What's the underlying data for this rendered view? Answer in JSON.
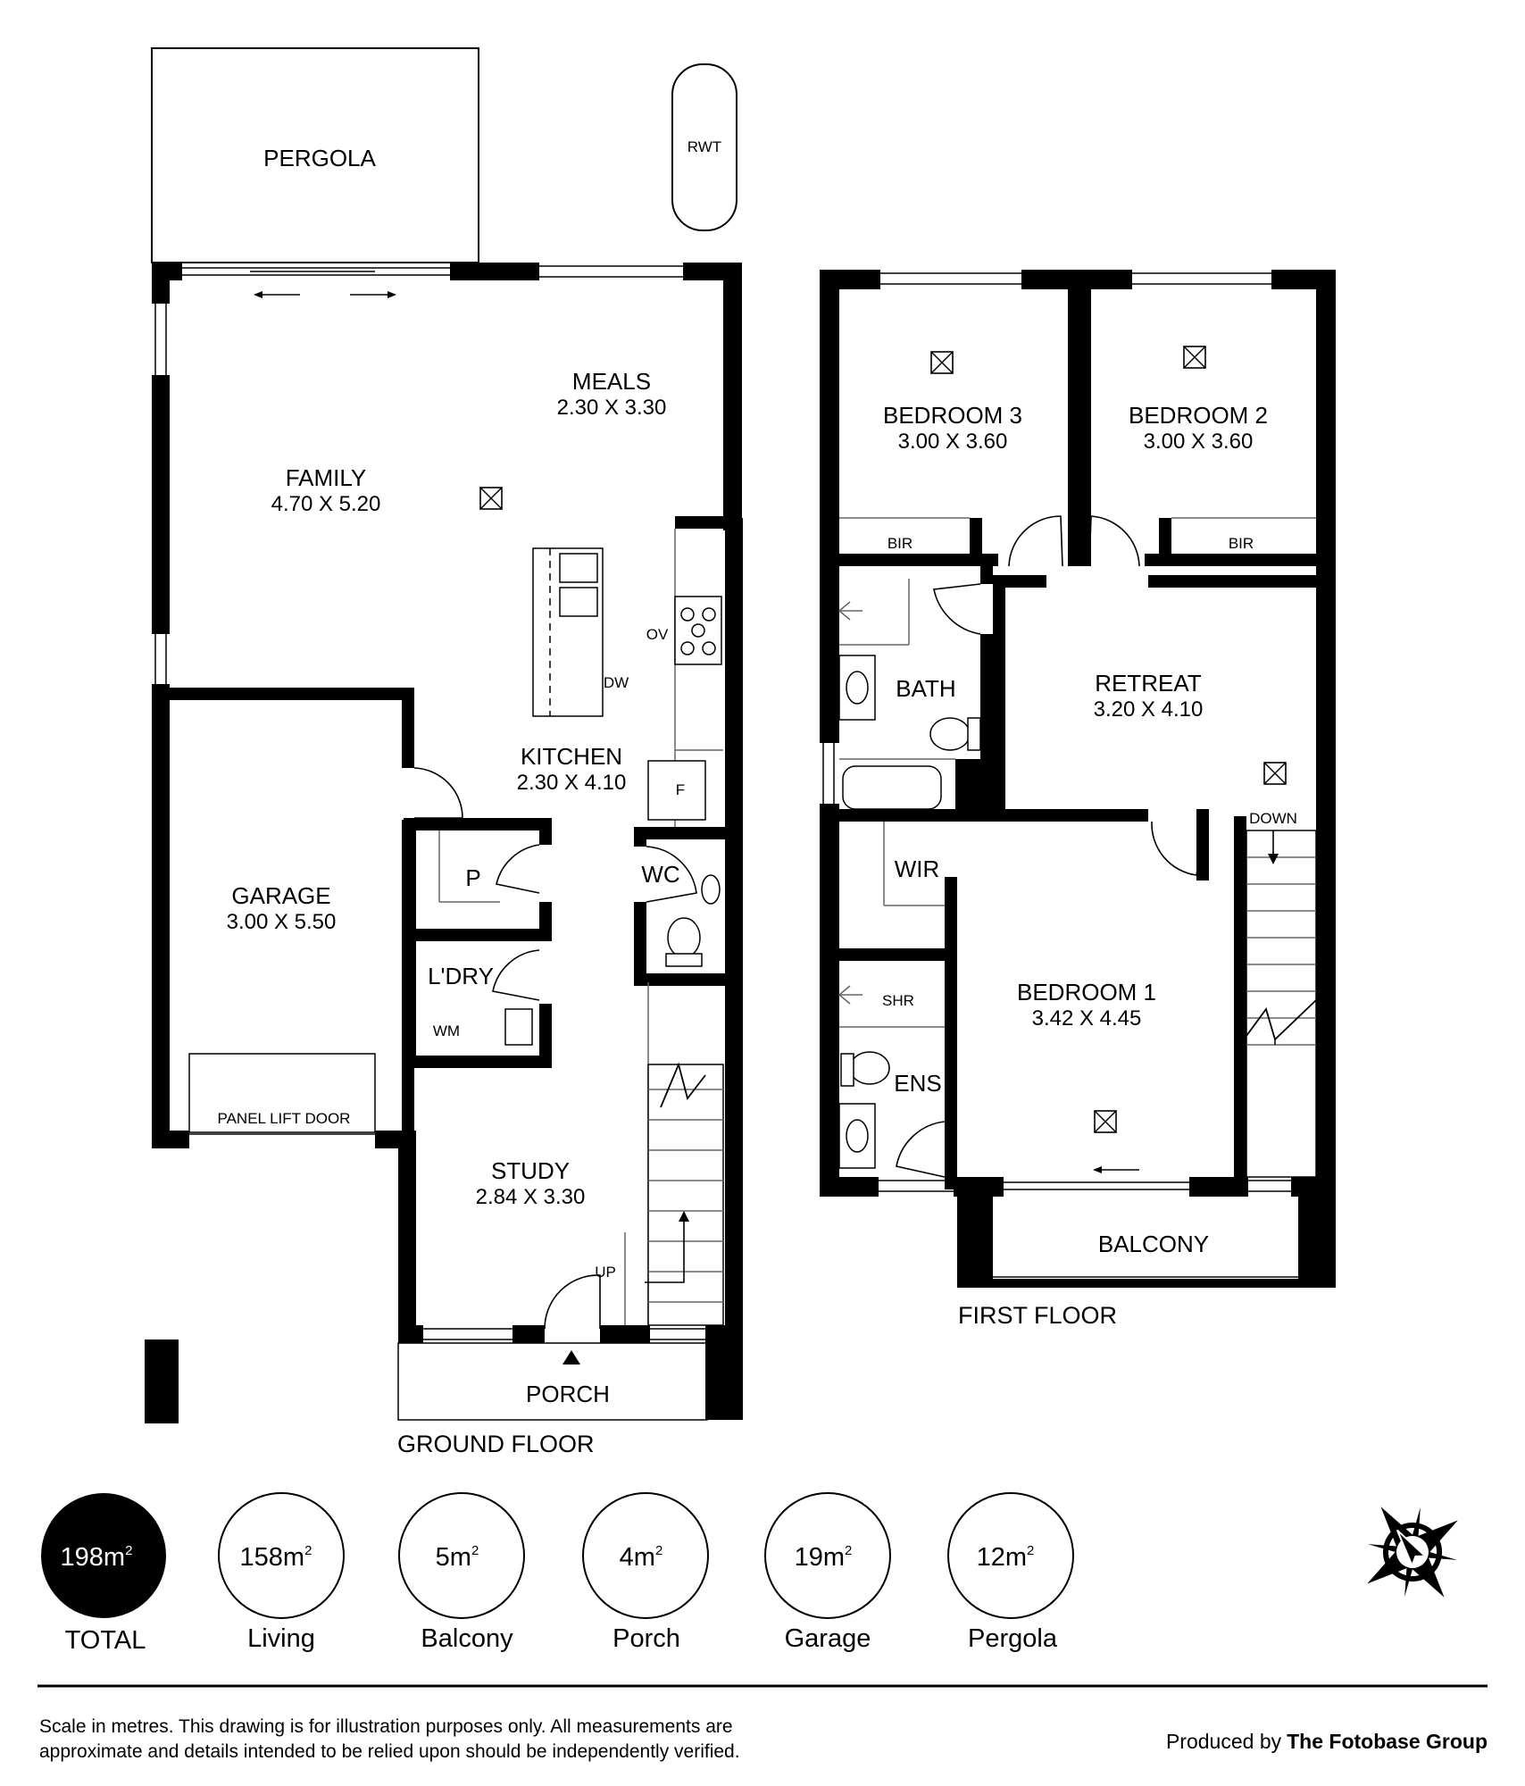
{
  "ground_floor": {
    "floor_label": "GROUND FLOOR",
    "rooms": {
      "pergola": {
        "name": "PERGOLA"
      },
      "rwt": {
        "name": "RWT"
      },
      "meals": {
        "name": "MEALS",
        "size": "2.30 X 3.30"
      },
      "family": {
        "name": "FAMILY",
        "size": "4.70 X 5.20"
      },
      "kitchen": {
        "name": "KITCHEN",
        "size": "2.30 X 4.10"
      },
      "garage": {
        "name": "GARAGE",
        "size": "3.00 X 5.50"
      },
      "pantry": {
        "name": "P"
      },
      "wc": {
        "name": "WC"
      },
      "laundry": {
        "name": "L'DRY"
      },
      "study": {
        "name": "STUDY",
        "size": "2.84 X 3.30"
      },
      "porch": {
        "name": "PORCH"
      }
    },
    "fixtures": {
      "oven": "OV",
      "dishwasher": "DW",
      "fridge": "F",
      "washing_machine": "WM",
      "panel_lift_door": "PANEL LIFT DOOR",
      "stairs_up": "UP"
    }
  },
  "first_floor": {
    "floor_label": "FIRST FLOOR",
    "rooms": {
      "bedroom3": {
        "name": "BEDROOM 3",
        "size": "3.00 X 3.60"
      },
      "bedroom2": {
        "name": "BEDROOM 2",
        "size": "3.00 X 3.60"
      },
      "bir3": {
        "name": "BIR"
      },
      "bir2": {
        "name": "BIR"
      },
      "bath": {
        "name": "BATH"
      },
      "retreat": {
        "name": "RETREAT",
        "size": "3.20 X 4.10"
      },
      "wir": {
        "name": "WIR"
      },
      "bedroom1": {
        "name": "BEDROOM 1",
        "size": "3.42 X 4.45"
      },
      "ensuite": {
        "name": "ENS"
      },
      "balcony": {
        "name": "BALCONY"
      }
    },
    "fixtures": {
      "shower": "SHR",
      "stairs_down": "DOWN"
    }
  },
  "areas": [
    {
      "value": "198m",
      "unit_sup": "2",
      "label": "TOTAL",
      "highlight": true
    },
    {
      "value": "158m",
      "unit_sup": "2",
      "label": "Living",
      "highlight": false
    },
    {
      "value": "5m",
      "unit_sup": "2",
      "label": "Balcony",
      "highlight": false
    },
    {
      "value": "4m",
      "unit_sup": "2",
      "label": "Porch",
      "highlight": false
    },
    {
      "value": "19m",
      "unit_sup": "2",
      "label": "Garage",
      "highlight": false
    },
    {
      "value": "12m",
      "unit_sup": "2",
      "label": "Pergola",
      "highlight": false
    }
  ],
  "footer": {
    "disclaimer_line1": "Scale in metres. This drawing is for illustration purposes only. All measurements are",
    "disclaimer_line2": "approximate and details intended to be relied upon should be independently verified.",
    "credit_prefix": "Produced by",
    "credit_brand": "The Fotobase Group"
  },
  "icons": {
    "compass": "compass-rose-icon",
    "smoke_detector": "smoke-detector-icon"
  },
  "colors": {
    "wall": "#000000",
    "background": "#ffffff",
    "total_circle": "#000000"
  }
}
